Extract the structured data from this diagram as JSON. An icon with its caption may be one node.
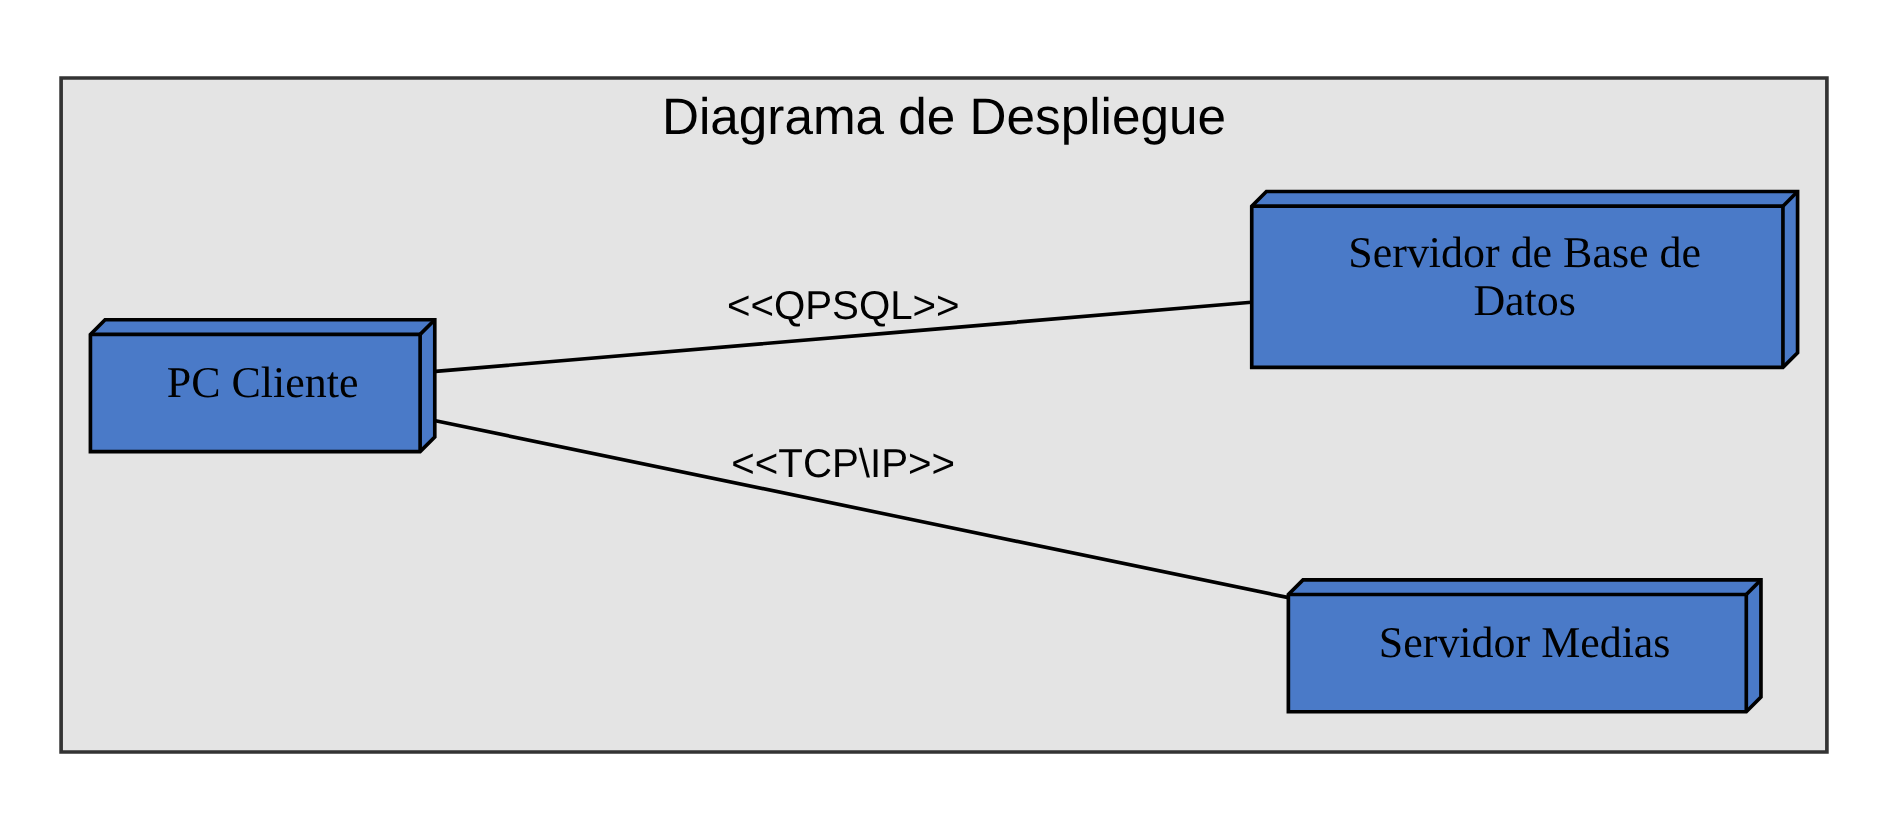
{
  "diagram": {
    "nodes": [
      {
        "text": [
          "Diagrama de Despliegue"
        ]
      },
      {
        "text": [
          "PC Cliente"
        ],
        "in": 0
      },
      {
        "text": [
          "Servidor Medias"
        ],
        "in": 0
      },
      {
        "text": [
          "Servidor de Base de Datos"
        ],
        "in": 0
      }
    ],
    "edges": [
      {
        "from": 1,
        "to": 2,
        "arrow": "none",
        "label": "<<TCP\\IP>>"
      },
      {
        "from": 1,
        "to": 3,
        "arrow": "none",
        "label": "<<QPSQL>>"
      }
    ]
  }
}
